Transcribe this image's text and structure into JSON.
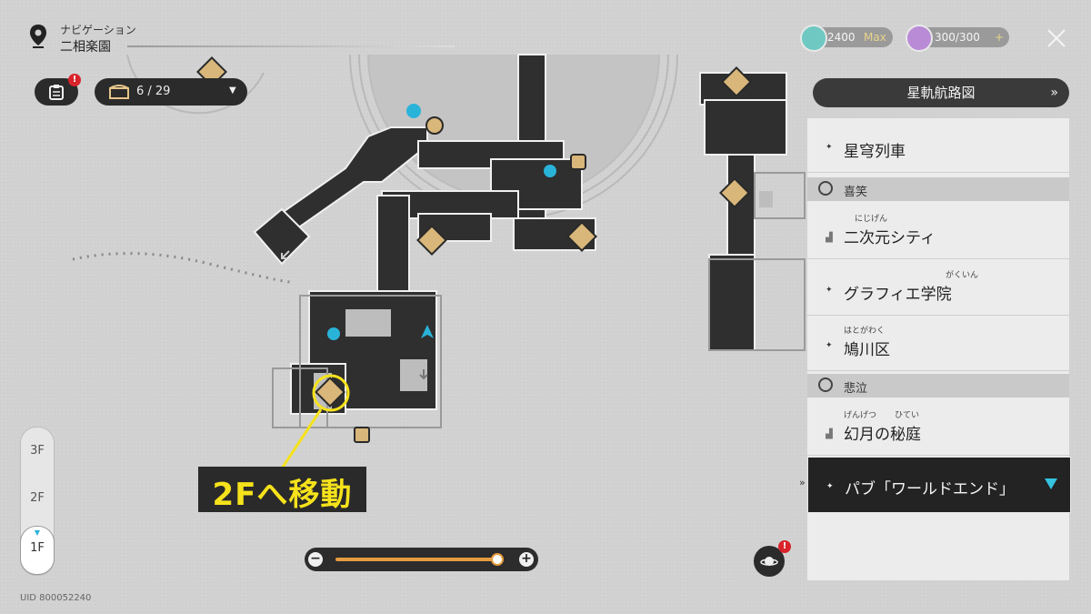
{
  "navigation": {
    "label": "ナビゲーション",
    "area": "二相楽園"
  },
  "chest_counter": {
    "text": "6 / 29"
  },
  "currencies": [
    {
      "value": "2400",
      "suffix": "Max",
      "color": "#6fc9c2"
    },
    {
      "value": "300/300",
      "suffix": "+",
      "color": "#b98ad6"
    }
  ],
  "panel": {
    "header": "星軌航路図",
    "items": [
      {
        "type": "location",
        "label": "星穹列車",
        "ruby": ""
      },
      {
        "type": "category",
        "label": "喜笑"
      },
      {
        "type": "location",
        "label": "二次元シティ",
        "ruby": "にじげん"
      },
      {
        "type": "location",
        "label": "グラフィエ学院",
        "ruby": "がくいん"
      },
      {
        "type": "location",
        "label": "鳩川区",
        "ruby": "はとがわく"
      },
      {
        "type": "category",
        "label": "悲泣"
      },
      {
        "type": "location",
        "label": "幻月の秘庭",
        "ruby": "げんげつ",
        "ruby2": "ひてい"
      },
      {
        "type": "location",
        "label": "パブ「ワールドエンド」",
        "ruby": "",
        "selected": true
      }
    ]
  },
  "floors": [
    "3F",
    "2F",
    "1F"
  ],
  "active_floor": "1F",
  "zoom": {
    "minus": "−",
    "plus": "+",
    "level": 0.93
  },
  "uid": "UID 800052240",
  "annotation": "2Fへ移動",
  "colors": {
    "accent": "#f5e21b",
    "map_dark": "#2f2f2f",
    "marker_gold": "#d9b77a",
    "cyan": "#2ab3d9"
  }
}
